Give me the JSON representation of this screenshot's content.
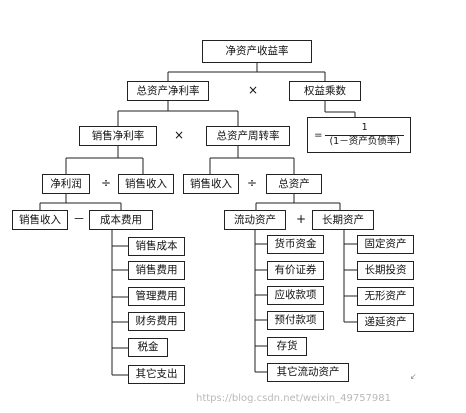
{
  "diagram": {
    "root": "净资产收益率",
    "level1": {
      "left": "总资产净利率",
      "operator": "×",
      "right": "权益乘数"
    },
    "equity_multiplier_formula": {
      "prefix": "=",
      "numerator": "1",
      "denominator": "(1－资产负债率)"
    },
    "level2": {
      "left": "销售净利率",
      "operator": "×",
      "right": "总资产周转率"
    },
    "level3_left": {
      "left": "净利润",
      "operator": "÷",
      "right": "销售收入"
    },
    "level3_right": {
      "left": "销售收入",
      "operator": "÷",
      "right": "总资产"
    },
    "level4_left": {
      "left": "销售收入",
      "operator": "－",
      "right": "成本费用"
    },
    "level4_right": {
      "left": "流动资产",
      "operator": "+",
      "right": "长期资产"
    },
    "cost_items": [
      "销售成本",
      "销售费用",
      "管理费用",
      "财务费用",
      "税金",
      "其它支出"
    ],
    "current_asset_items": [
      "货币资金",
      "有价证券",
      "应收款项",
      "预付款项",
      "存货",
      "其它流动资产"
    ],
    "long_term_asset_items": [
      "固定资产",
      "长期投资",
      "无形资产",
      "递延资产"
    ]
  },
  "watermark": "https://blog.csdn.net/weixin_49757981"
}
